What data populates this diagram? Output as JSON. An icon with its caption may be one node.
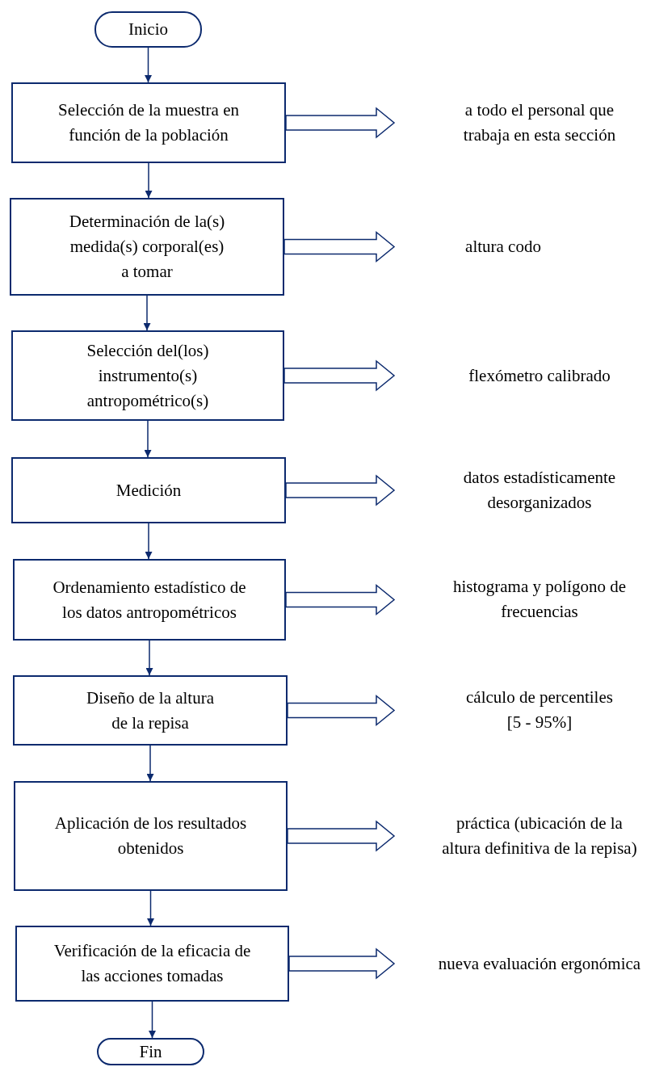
{
  "diagram": {
    "nodes": [
      {
        "text": [
          "Inicio"
        ]
      },
      {
        "text": [
          "Selección de la muestra en función de la población"
        ]
      },
      {
        "text": [
          "a todo el personal que trabaja en esta sección"
        ]
      },
      {
        "text": [
          "Determinación de la(s) medida(s) corporal(es) a tomar"
        ]
      },
      {
        "text": [
          "altura codo"
        ]
      },
      {
        "text": [
          "Selección del(los) instrumento(s) antropométrico(s)"
        ]
      },
      {
        "text": [
          "flexómetro calibrado"
        ]
      },
      {
        "text": [
          "Medición"
        ]
      },
      {
        "text": [
          "datos estadísticamente desorganizados"
        ]
      },
      {
        "text": [
          "Ordenamiento estadístico de los datos antropométricos"
        ]
      },
      {
        "text": [
          "histograma y polígono de frecuencias"
        ]
      },
      {
        "text": [
          "Diseño de la altura de la repisa"
        ]
      },
      {
        "text": [
          "cálculo de percentiles [5 - 95%]"
        ]
      },
      {
        "text": [
          "Aplicación de los resultados obtenidos"
        ]
      },
      {
        "text": [
          "práctica (ubicación de la altura definitiva de la repisa)"
        ]
      },
      {
        "text": [
          "Verificación de la eficacia de las acciones tomadas"
        ]
      },
      {
        "text": [
          "nueva evaluación ergonómica"
        ]
      },
      {
        "text": [
          "Fin"
        ]
      }
    ],
    "edges": [
      {
        "from": 0,
        "to": 1,
        "arrow": "to"
      },
      {
        "from": 1,
        "to": 3,
        "arrow": "to"
      },
      {
        "from": 3,
        "to": 5,
        "arrow": "to"
      },
      {
        "from": 5,
        "to": 7,
        "arrow": "to"
      },
      {
        "from": 7,
        "to": 9,
        "arrow": "to"
      },
      {
        "from": 9,
        "to": 11,
        "arrow": "to"
      },
      {
        "from": 11,
        "to": 13,
        "arrow": "to"
      },
      {
        "from": 13,
        "to": 15,
        "arrow": "to"
      },
      {
        "from": 15,
        "to": 17,
        "arrow": "to"
      },
      {
        "from": 1,
        "to": 2,
        "arrow": "to"
      },
      {
        "from": 3,
        "to": 4,
        "arrow": "to"
      },
      {
        "from": 5,
        "to": 6,
        "arrow": "to"
      },
      {
        "from": 7,
        "to": 8,
        "arrow": "to"
      },
      {
        "from": 9,
        "to": 10,
        "arrow": "to"
      },
      {
        "from": 11,
        "to": 12,
        "arrow": "to"
      },
      {
        "from": 13,
        "to": 14,
        "arrow": "to"
      },
      {
        "from": 15,
        "to": 16,
        "arrow": "to"
      }
    ]
  }
}
